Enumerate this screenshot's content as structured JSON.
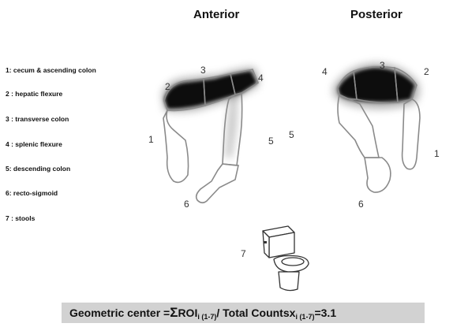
{
  "titles": {
    "anterior": "Anterior",
    "posterior": "Posterior"
  },
  "legend": [
    {
      "label": "1: cecum & ascending colon"
    },
    {
      "label": "2 : hepatic flexure"
    },
    {
      "label": "3 : transverse colon"
    },
    {
      "label": "4 : splenic flexure"
    },
    {
      "label": "5: descending colon"
    },
    {
      "label": "6: recto-sigmoid"
    },
    {
      "label": "7 : stools"
    }
  ],
  "anterior_labels": {
    "r1": "1",
    "r2": "2",
    "r3": "3",
    "r4": "4",
    "r5": "5",
    "r6": "6"
  },
  "posterior_labels": {
    "r1": "1",
    "r2": "2",
    "r3": "3",
    "r4": "4",
    "r5": "5",
    "r6": "6"
  },
  "toilet_label": "7",
  "formula": {
    "prefix": "Geometric center = ",
    "sigma": "Σ",
    "roi": " ROI ",
    "sub1": "i (1-7)",
    "middle": " / Total Counts ",
    "x": " x ",
    "sub2": "i (1-7)",
    "equals": " = ",
    "value": "3.1"
  },
  "colors": {
    "activity": "#111111",
    "outline": "#8a8a8a",
    "formula_bg": "#d2d2d2"
  }
}
